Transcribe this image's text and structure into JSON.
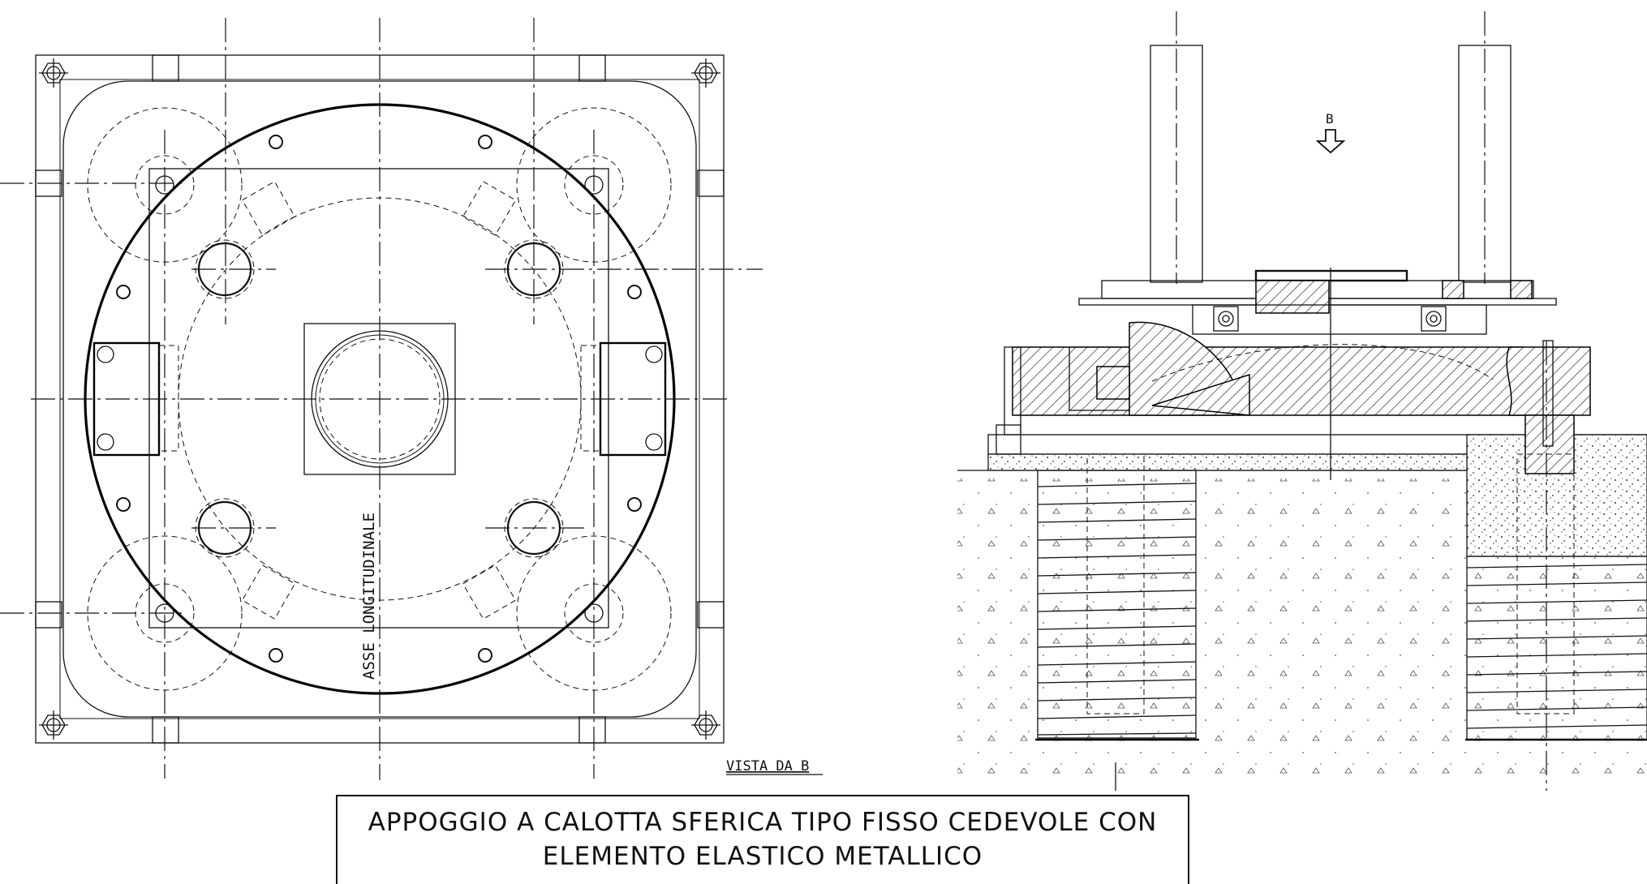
{
  "labels": {
    "axis_label": "ASSE LONGITUDINALE",
    "view_arrow_letter": "B",
    "view_caption": "VISTA DA B"
  },
  "title": {
    "line1": "APPOGGIO A CALOTTA SFERICA TIPO FISSO CEDEVOLE CON",
    "line2": "ELEMENTO ELASTICO METALLICO"
  }
}
